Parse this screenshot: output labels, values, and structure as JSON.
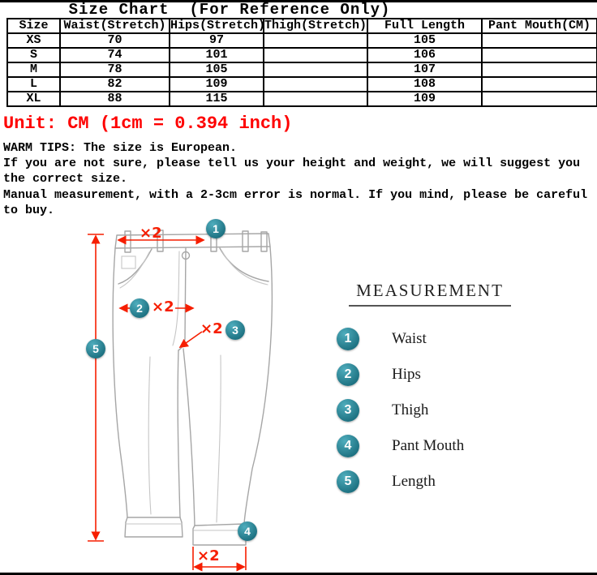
{
  "page": {
    "title": "Size Chart  (For Reference Only)"
  },
  "size_table": {
    "headers": [
      "Size",
      "Waist(Stretch)",
      "Hips(Stretch)",
      "Thigh(Stretch)",
      "Full Length",
      "Pant Mouth(CM)"
    ],
    "rows": [
      [
        "XS",
        "70",
        "97",
        "",
        "105",
        ""
      ],
      [
        "S",
        "74",
        "101",
        "",
        "106",
        ""
      ],
      [
        "M",
        "78",
        "105",
        "",
        "107",
        ""
      ],
      [
        "L",
        "82",
        "109",
        "",
        "108",
        ""
      ],
      [
        "XL",
        "88",
        "115",
        "",
        "109",
        ""
      ]
    ]
  },
  "notes": {
    "unit_line": "Unit: CM (1cm = 0.394 inch)",
    "warm_tips": "WARM TIPS: The size is European.",
    "sizing_advice": "If you are not sure, please tell us your height and weight, we will suggest you the correct size.",
    "measurement_disclaimer": "Manual measurement, with a 2-3cm error is normal. If you mind, please be careful to buy."
  },
  "diagram": {
    "multiplier_label": "×2",
    "measurement_heading": "MEASUREMENT",
    "items": [
      {
        "number": "1",
        "label": "Waist"
      },
      {
        "number": "2",
        "label": "Hips"
      },
      {
        "number": "3",
        "label": "Thigh"
      },
      {
        "number": "4",
        "label": "Pant Mouth"
      },
      {
        "number": "5",
        "label": "Length"
      }
    ]
  },
  "colors": {
    "unit_red": "#fe0000",
    "dimension_red": "#f61e00",
    "badge_teal_light": "#4fadbd",
    "badge_teal_dark": "#1d7181",
    "drawing_gray": "#a6a6a6"
  }
}
